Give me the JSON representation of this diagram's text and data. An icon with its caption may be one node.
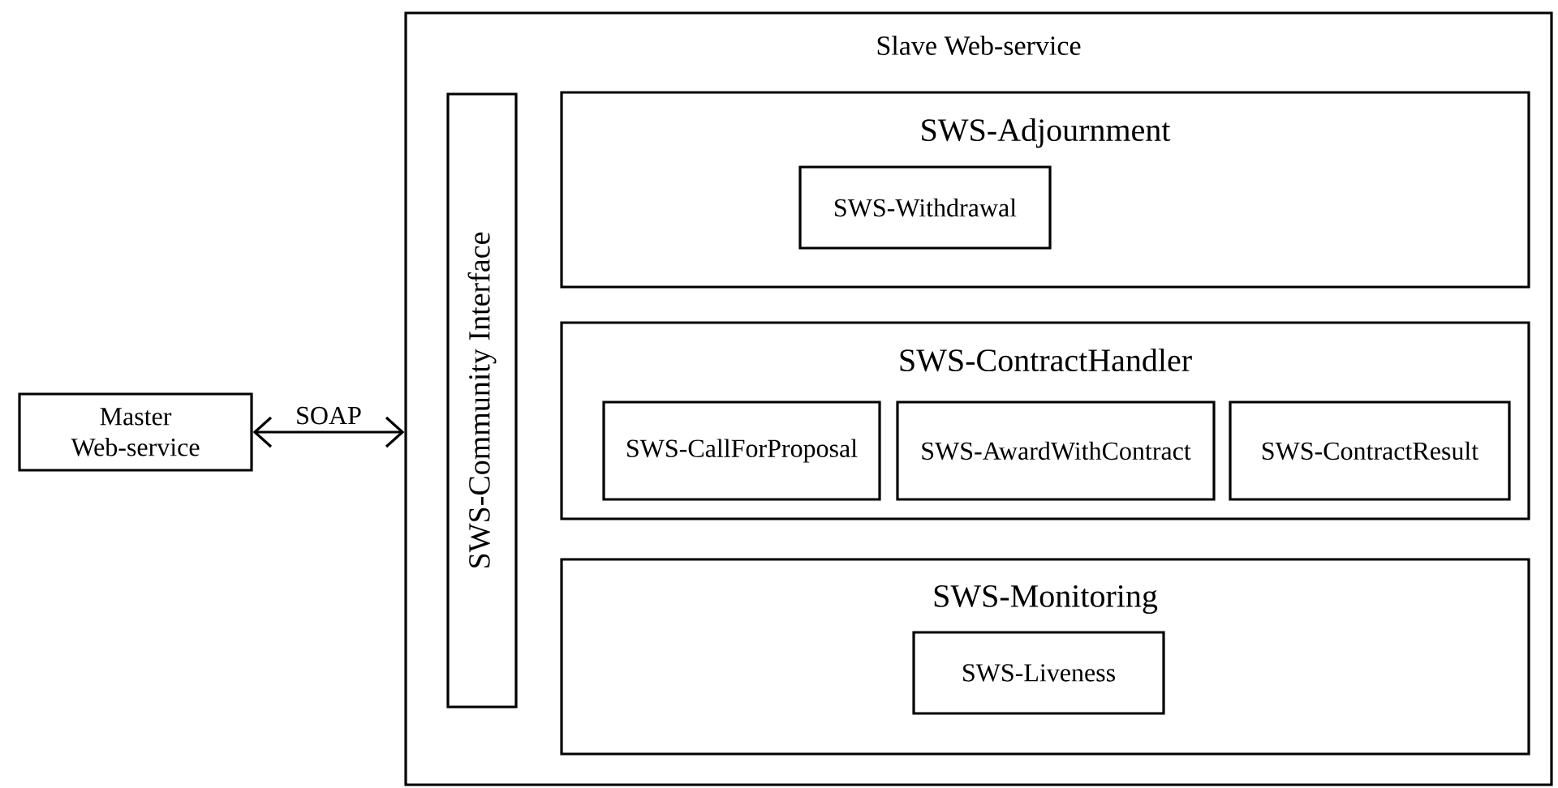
{
  "diagram": {
    "nodes": [
      {
        "text": [
          "Master Web-service"
        ]
      },
      {
        "text": [
          "Slave Web-service"
        ]
      },
      {
        "text": [
          "SWS-Community Interface"
        ],
        "in": 1
      },
      {
        "text": [
          "SWS-Adjournment"
        ],
        "in": 1
      },
      {
        "text": [
          "SWS-Withdrawal"
        ],
        "in": 3
      },
      {
        "text": [
          "SWS-ContractHandler"
        ],
        "in": 1
      },
      {
        "text": [
          "SWS-CallForProposal"
        ],
        "in": 5
      },
      {
        "text": [
          "SWS-AwardWithContract"
        ],
        "in": 5
      },
      {
        "text": [
          "SWS-ContractResult"
        ],
        "in": 5
      },
      {
        "text": [
          "SWS-Monitoring"
        ],
        "in": 1
      },
      {
        "text": [
          "SWS-Liveness"
        ],
        "in": 9
      }
    ],
    "edges": [
      {
        "from": 0,
        "to": 1,
        "arrow": "both",
        "label": "SOAP"
      }
    ]
  }
}
